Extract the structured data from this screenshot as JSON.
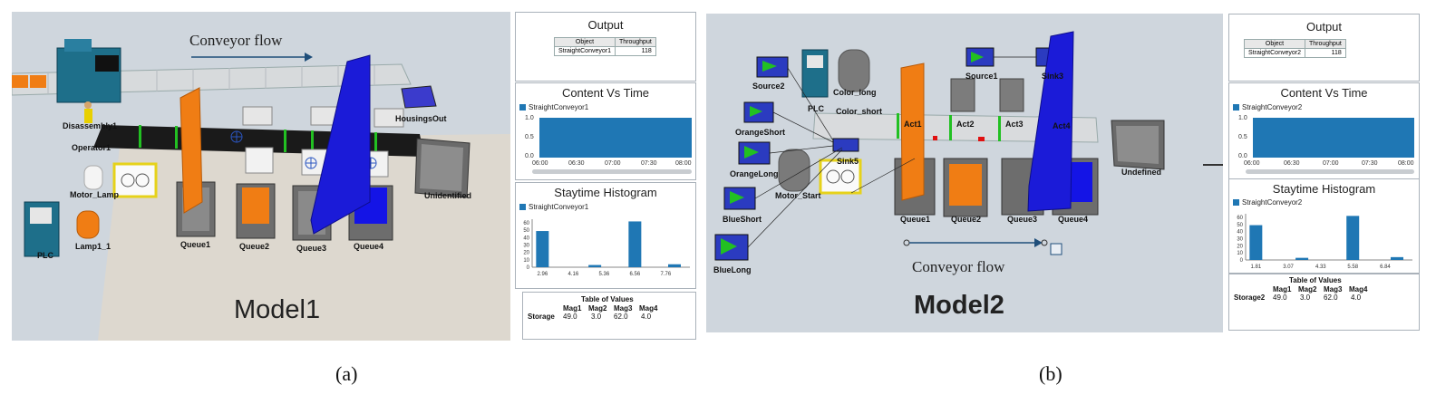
{
  "captions": {
    "a": "(a)",
    "b": "(b)"
  },
  "model1": {
    "title": "Model1",
    "flow_label": "Conveyor flow",
    "labels": {
      "disassembly": "Disassembly1",
      "operator": "Operator1",
      "housings_out": "HousingsOut",
      "motor_lamp": "Motor_Lamp",
      "plc": "PLC",
      "lamp": "Lamp1_1",
      "queue1": "Queue1",
      "queue2": "Queue2",
      "queue3": "Queue3",
      "queue4": "Queue4",
      "unidentified": "Unidentified"
    },
    "output": {
      "title": "Output",
      "headers": [
        "Object",
        "Throughput"
      ],
      "rows": [
        [
          "StraightConveyor1",
          "118"
        ]
      ]
    },
    "content_chart": {
      "title": "Content Vs Time",
      "series_name": "StraightConveyor1",
      "y_ticks": [
        "1.0",
        "0.5",
        "0.0"
      ],
      "x_ticks": [
        "06:00",
        "06:30",
        "07:00",
        "07:30",
        "08:00"
      ]
    },
    "histogram": {
      "title": "Staytime Histogram",
      "series_name": "StraightConveyor1",
      "y_ticks": [
        "60",
        "50",
        "40",
        "30",
        "20",
        "10",
        "0"
      ],
      "x_ticks": [
        "2.96",
        "4.16",
        "5.36",
        "6.56",
        "7.76"
      ]
    },
    "values_table": {
      "title": "Table of Values",
      "headers": [
        "Mag1",
        "Mag2",
        "Mag3",
        "Mag4"
      ],
      "row_label": "Storage",
      "values": [
        "49.0",
        "3.0",
        "62.0",
        "4.0"
      ]
    }
  },
  "model2": {
    "title": "Model2",
    "flow_label": "Conveyor flow",
    "labels": {
      "source2": "Source2",
      "source1": "Source1",
      "sink3": "Sink3",
      "sink5": "Sink5",
      "plc": "PLC",
      "color_long": "Color_long",
      "color_short": "Color_short",
      "orange_short": "OrangeShort",
      "orange_long": "OrangeLong",
      "blue_short": "BlueShort",
      "blue_long": "BlueLong",
      "motor_start": "Motor_Start",
      "act1": "Act1",
      "act2": "Act2",
      "act3": "Act3",
      "act4": "Act4",
      "queue1": "Queue1",
      "queue2": "Queue2",
      "queue3": "Queue3",
      "queue4": "Queue4",
      "undefined": "Undefined"
    },
    "output": {
      "title": "Output",
      "headers": [
        "Object",
        "Throughput"
      ],
      "rows": [
        [
          "StraightConveyor2",
          "118"
        ]
      ]
    },
    "content_chart": {
      "title": "Content Vs Time",
      "series_name": "StraightConveyor2",
      "y_ticks": [
        "1.0",
        "0.5",
        "0.0"
      ],
      "x_ticks": [
        "06:00",
        "06:30",
        "07:00",
        "07:30",
        "08:00"
      ]
    },
    "histogram": {
      "title": "Staytime Histogram",
      "series_name": "StraightConveyor2",
      "y_ticks": [
        "60",
        "50",
        "40",
        "30",
        "20",
        "10",
        "0"
      ],
      "x_ticks": [
        "1.81",
        "3.07",
        "4.33",
        "5.58",
        "6.84"
      ]
    },
    "values_table": {
      "title": "Table of Values",
      "headers": [
        "Mag1",
        "Mag2",
        "Mag3",
        "Mag4"
      ],
      "row_label": "Storage2",
      "values": [
        "49.0",
        "3.0",
        "62.0",
        "4.0"
      ]
    }
  },
  "chart_data": [
    {
      "type": "line",
      "title": "Content Vs Time",
      "series": [
        {
          "name": "StraightConveyor1"
        }
      ],
      "x": [
        "06:00",
        "06:30",
        "07:00",
        "07:30",
        "08:00"
      ],
      "ylim": [
        0,
        1.0
      ]
    },
    {
      "type": "bar",
      "title": "Staytime Histogram",
      "series": [
        {
          "name": "StraightConveyor1",
          "values": [
            49,
            3,
            62,
            4
          ]
        }
      ],
      "x_ticks": [
        "2.96",
        "4.16",
        "5.36",
        "6.56",
        "7.76"
      ],
      "bin_centers": [
        2.96,
        5.0,
        6.56,
        8.1
      ],
      "ylim": [
        0,
        65
      ]
    },
    {
      "type": "line",
      "title": "Content Vs Time",
      "series": [
        {
          "name": "StraightConveyor2"
        }
      ],
      "x": [
        "06:00",
        "06:30",
        "07:00",
        "07:30",
        "08:00"
      ],
      "ylim": [
        0,
        1.0
      ]
    },
    {
      "type": "bar",
      "title": "Staytime Histogram",
      "series": [
        {
          "name": "StraightConveyor2",
          "values": [
            49,
            3,
            62,
            4
          ]
        }
      ],
      "x_ticks": [
        "1.81",
        "3.07",
        "4.33",
        "5.58",
        "6.84"
      ],
      "bin_centers": [
        1.81,
        3.6,
        5.58,
        7.3
      ],
      "ylim": [
        0,
        65
      ]
    },
    {
      "type": "table",
      "title": "Table of Values",
      "columns": [
        "Mag1",
        "Mag2",
        "Mag3",
        "Mag4"
      ],
      "rows": [
        {
          "label": "Storage",
          "values": [
            49.0,
            3.0,
            62.0,
            4.0
          ]
        }
      ]
    },
    {
      "type": "table",
      "title": "Table of Values",
      "columns": [
        "Mag1",
        "Mag2",
        "Mag3",
        "Mag4"
      ],
      "rows": [
        {
          "label": "Storage2",
          "values": [
            49.0,
            3.0,
            62.0,
            4.0
          ]
        }
      ]
    }
  ]
}
